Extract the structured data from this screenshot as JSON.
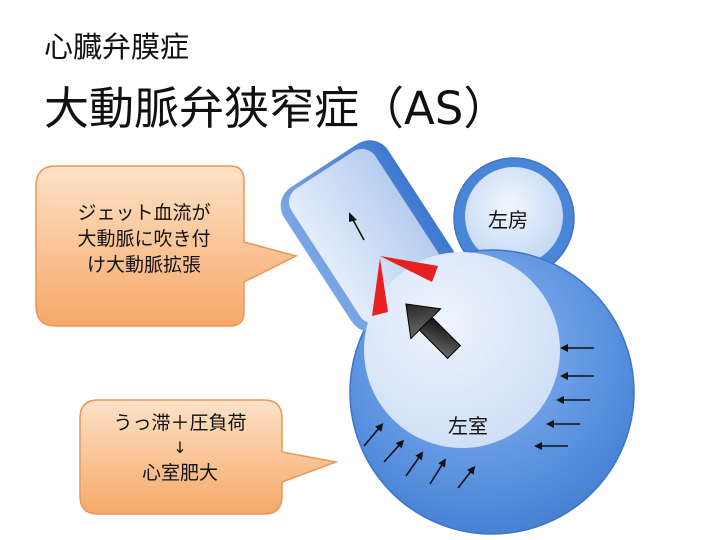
{
  "slide": {
    "subtitle": "心臓弁膜症",
    "title": "大動脈弁狭窄症（AS）"
  },
  "callouts": {
    "jet": {
      "lines": [
        "ジェット血流が",
        "大動脈に吹き付",
        "け大動脈拡張"
      ]
    },
    "load": {
      "line1": "うっ滞＋圧負荷",
      "arrow": "↓",
      "line2": "心室肥大"
    }
  },
  "heart": {
    "left_atrium_label": "左房",
    "left_ventricle_label": "左室"
  },
  "colors": {
    "callout_fill": "#f8b47a",
    "callout_border": "#e89a5c",
    "ventricle_wall": "#4a86d8",
    "ventricle_cavity": "#d8e6f8",
    "valve": "#e82020"
  },
  "icons": {
    "flow_arrow": "thick-dark-arrow",
    "aortic_arrow": "thin-up-arrow",
    "pressure_arrows": "thin-pressure-arrows"
  }
}
